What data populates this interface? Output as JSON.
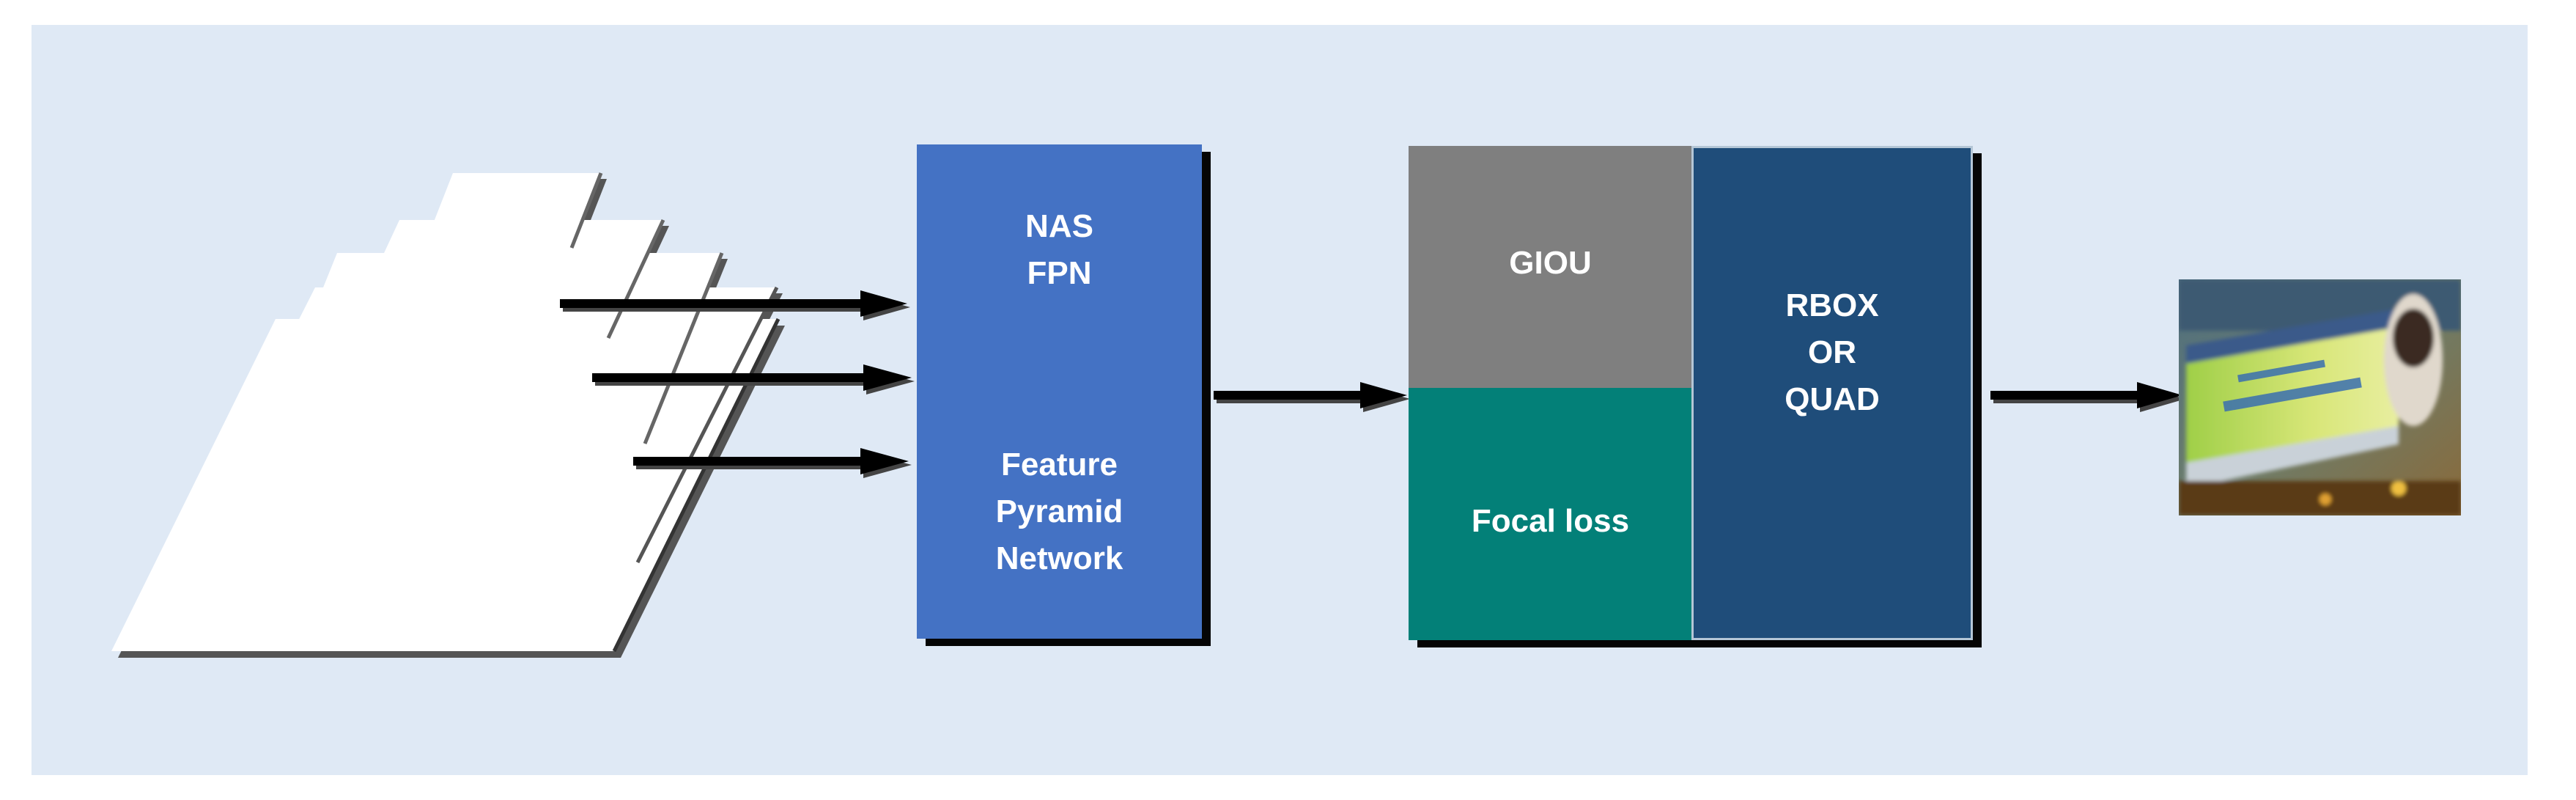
{
  "fpn": {
    "line1": "NAS",
    "line2": "FPN",
    "line3": "Feature",
    "line4": "Pyramid",
    "line5": "Network"
  },
  "loss": {
    "giou": "GIOU",
    "focal": "Focal loss"
  },
  "output": {
    "line1": "RBOX",
    "line2": "OR",
    "line3": "QUAD"
  },
  "colors": {
    "background": "#dfe9f5",
    "fpn": "#4472c4",
    "giou": "#7f7f7f",
    "focal": "#038078",
    "rbox": "#1f4d7a"
  },
  "icons": {
    "input_stack": "stacked-image-layers-icon",
    "result": "text-detection-result-photo"
  }
}
